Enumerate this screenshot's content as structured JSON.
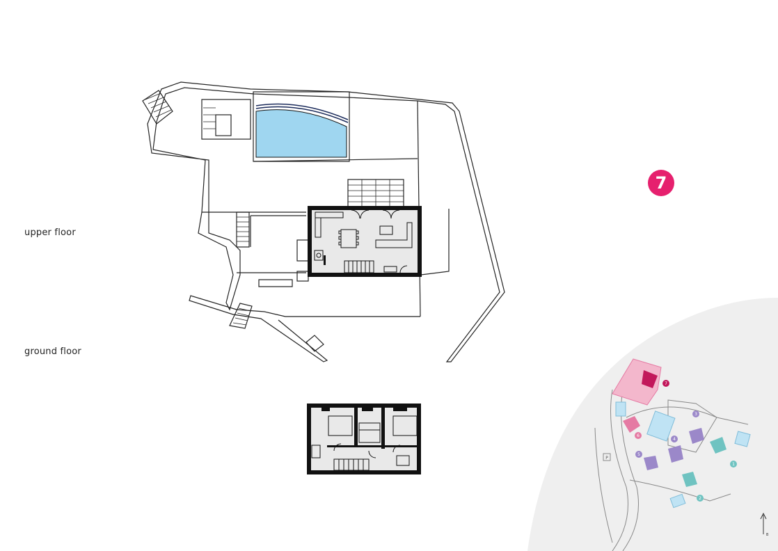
{
  "labels": {
    "upper_floor": "upper floor",
    "ground_floor": "ground floor"
  },
  "badge": {
    "number": "7",
    "color": "#e6206e"
  },
  "key_map": {
    "villas": [
      {
        "number": "7",
        "color": "#c2185b",
        "highlighted": true
      },
      {
        "number": "6",
        "color": "#e57aa3"
      },
      {
        "number": "5",
        "color": "#9b88c9"
      },
      {
        "number": "4",
        "color": "#9b88c9"
      },
      {
        "number": "3",
        "color": "#9b88c9"
      },
      {
        "number": "2",
        "color": "#6fc3c1"
      },
      {
        "number": "1",
        "color": "#6fc3c1"
      }
    ],
    "parking_symbol": "P",
    "north_label": "B"
  },
  "colors": {
    "pool": "#9fd6f0",
    "wall": "#111111",
    "interior": "#e9e9e9",
    "map_bg": "#efefef"
  }
}
